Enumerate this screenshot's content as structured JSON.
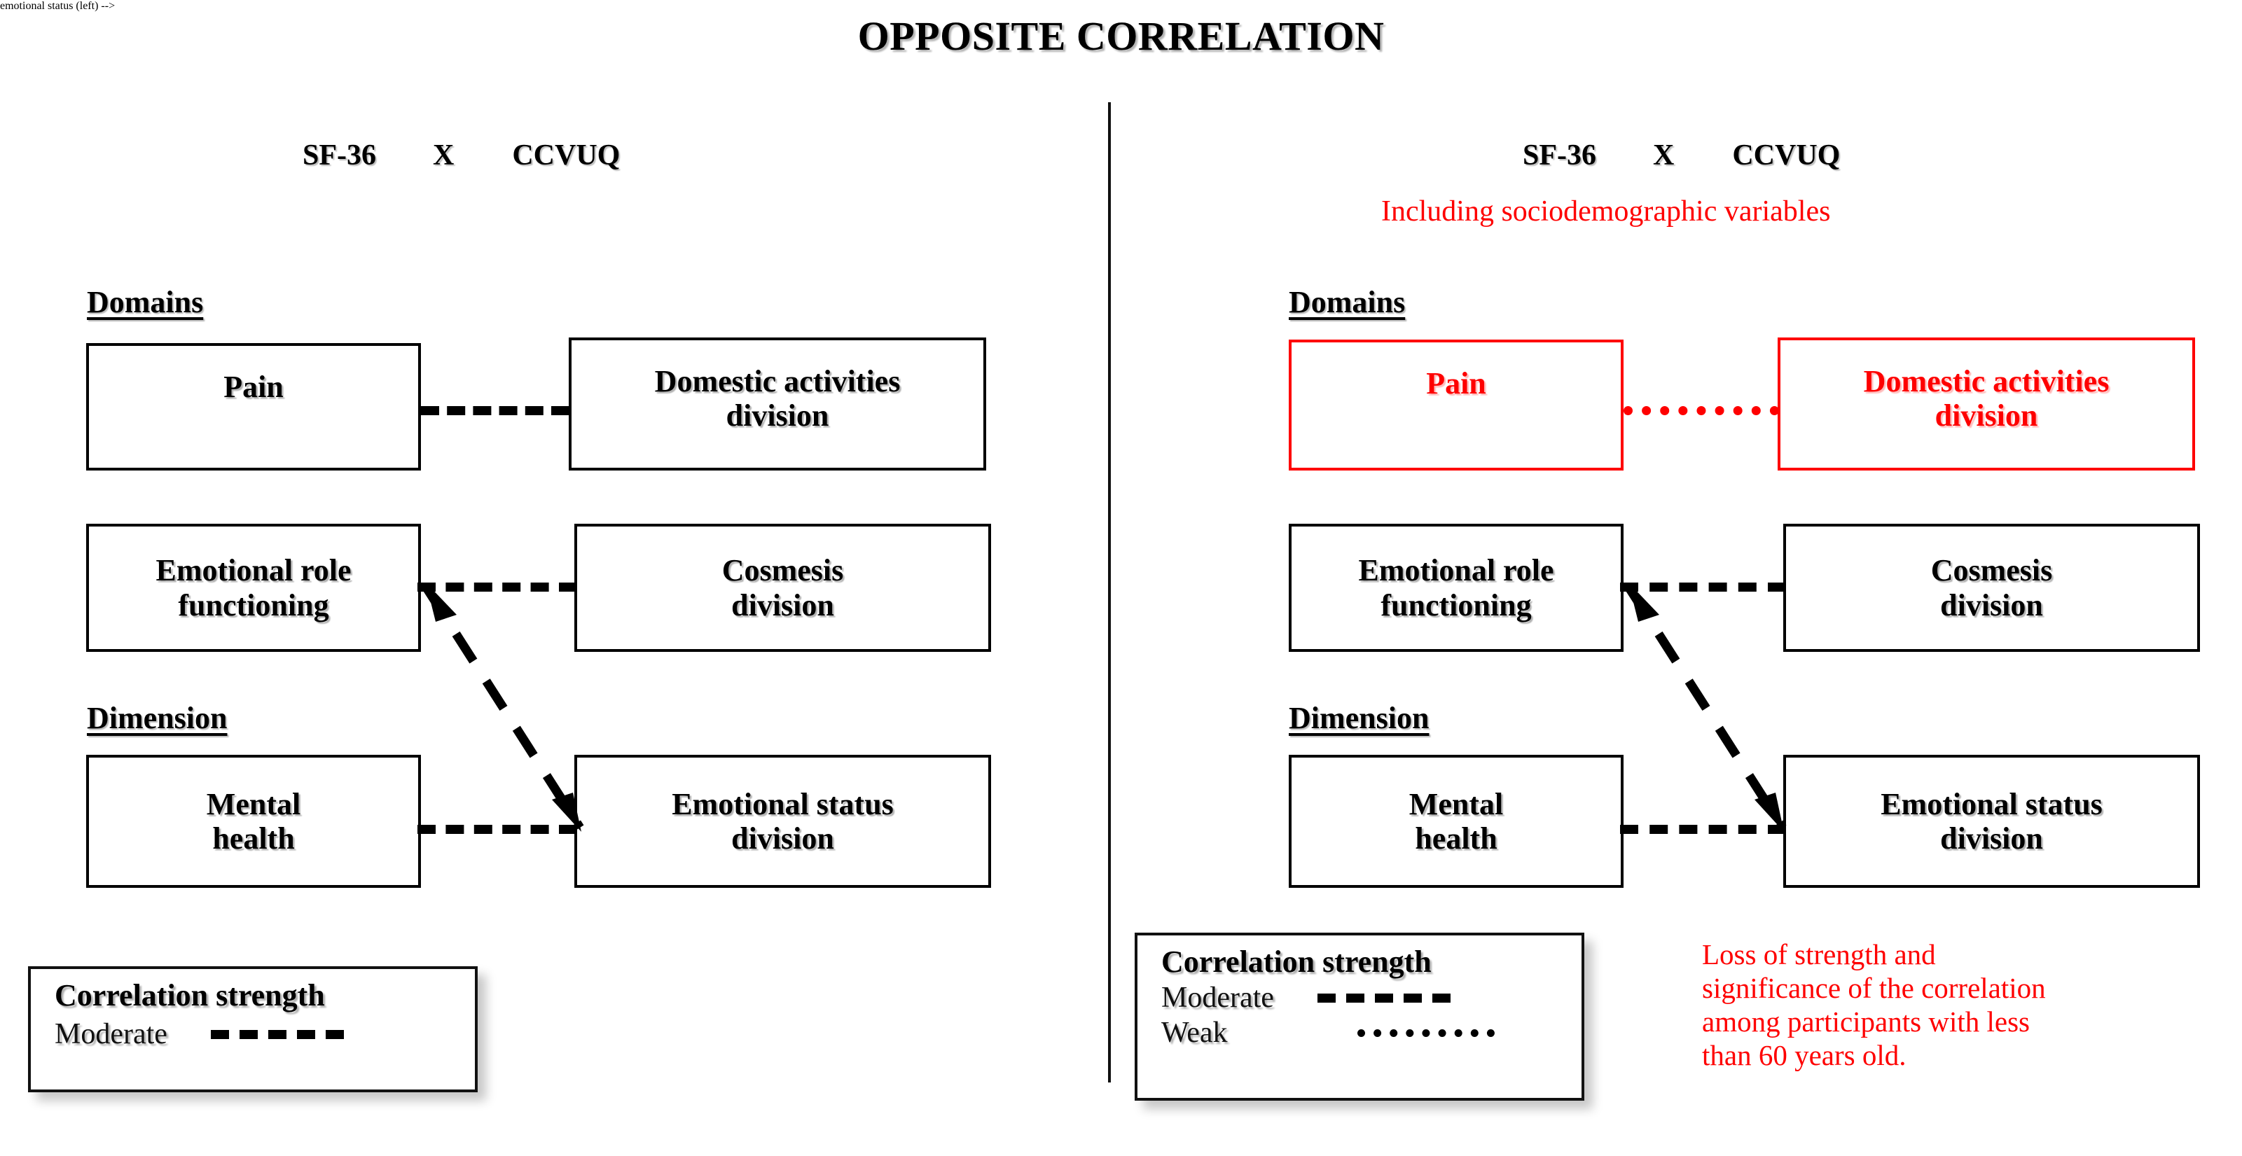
{
  "title": "OPPOSITE CORRELATION",
  "left_panel": {
    "header": {
      "instrument_a": "SF-36",
      "operator": "X",
      "instrument_b": "CCVUQ"
    },
    "groups": [
      {
        "label": "Domains"
      },
      {
        "label": "Dimension"
      }
    ],
    "boxes": {
      "pain": "Pain",
      "domestic": "Domestic activities\ndivision",
      "emotional_role": "Emotional role\nfunctioning",
      "cosmesis": "Cosmesis\ndivision",
      "mental_health": "Mental\nhealth",
      "emotional_status": "Emotional status\ndivision"
    },
    "legend": {
      "title": "Correlation strength",
      "rows": [
        {
          "label": "Moderate",
          "style": "dashed"
        }
      ]
    }
  },
  "right_panel": {
    "header": {
      "instrument_a": "SF-36",
      "operator": "X",
      "instrument_b": "CCVUQ"
    },
    "subtitle": "Including sociodemographic variables",
    "groups": [
      {
        "label": "Domains"
      },
      {
        "label": "Dimension"
      }
    ],
    "boxes": {
      "pain": "Pain",
      "domestic": "Domestic activities\ndivision",
      "emotional_role": "Emotional role\nfunctioning",
      "cosmesis": "Cosmesis\ndivision",
      "mental_health": "Mental\nhealth",
      "emotional_status": "Emotional status\ndivision"
    },
    "legend": {
      "title": "Correlation strength",
      "rows": [
        {
          "label": "Moderate",
          "style": "dashed"
        },
        {
          "label": "Weak",
          "style": "dotted"
        }
      ]
    },
    "note": "Loss of strength and\nsignificance of the correlation\namong participants with less\nthan 60 years old."
  },
  "colors": {
    "highlight_red": "#fe0000",
    "ink_black": "#000000"
  },
  "connections": {
    "left": [
      {
        "from": "pain",
        "to": "domestic",
        "strength": "Moderate",
        "style": "dashed"
      },
      {
        "from": "emotional_role",
        "to": "cosmesis",
        "strength": "Moderate",
        "style": "dashed"
      },
      {
        "from": "emotional_role",
        "to": "emotional_status",
        "strength": "Moderate",
        "style": "dashed"
      },
      {
        "from": "mental_health",
        "to": "emotional_status",
        "strength": "Moderate",
        "style": "dashed"
      }
    ],
    "right": [
      {
        "from": "pain",
        "to": "domestic",
        "strength": "Weak",
        "style": "dotted"
      },
      {
        "from": "emotional_role",
        "to": "cosmesis",
        "strength": "Moderate",
        "style": "dashed"
      },
      {
        "from": "emotional_role",
        "to": "emotional_status",
        "strength": "Moderate",
        "style": "dashed"
      },
      {
        "from": "mental_health",
        "to": "emotional_status",
        "strength": "Moderate",
        "style": "dashed"
      }
    ]
  }
}
